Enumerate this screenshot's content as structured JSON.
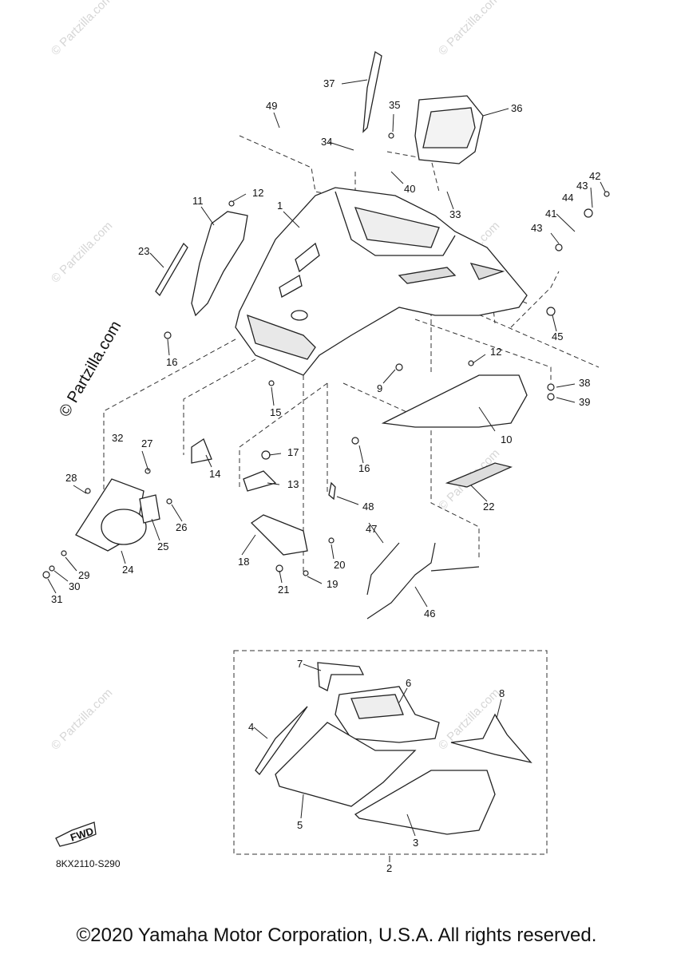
{
  "diagram": {
    "part_labels": [
      "1",
      "2",
      "3",
      "4",
      "5",
      "6",
      "7",
      "8",
      "9",
      "10",
      "11",
      "12",
      "12",
      "13",
      "14",
      "15",
      "16",
      "16",
      "17",
      "18",
      "19",
      "20",
      "21",
      "22",
      "23",
      "24",
      "25",
      "26",
      "27",
      "28",
      "29",
      "30",
      "31",
      "32",
      "33",
      "34",
      "35",
      "36",
      "37",
      "38",
      "39",
      "40",
      "41",
      "42",
      "43",
      "43",
      "44",
      "45",
      "46",
      "47",
      "48",
      "49"
    ],
    "watermark": "© Partzilla.com",
    "fwd_label": "FWD",
    "diagram_code": "8KX2110-S290",
    "copyright": "©2020 Yamaha Motor Corporation, U.S.A. All rights reserved."
  }
}
